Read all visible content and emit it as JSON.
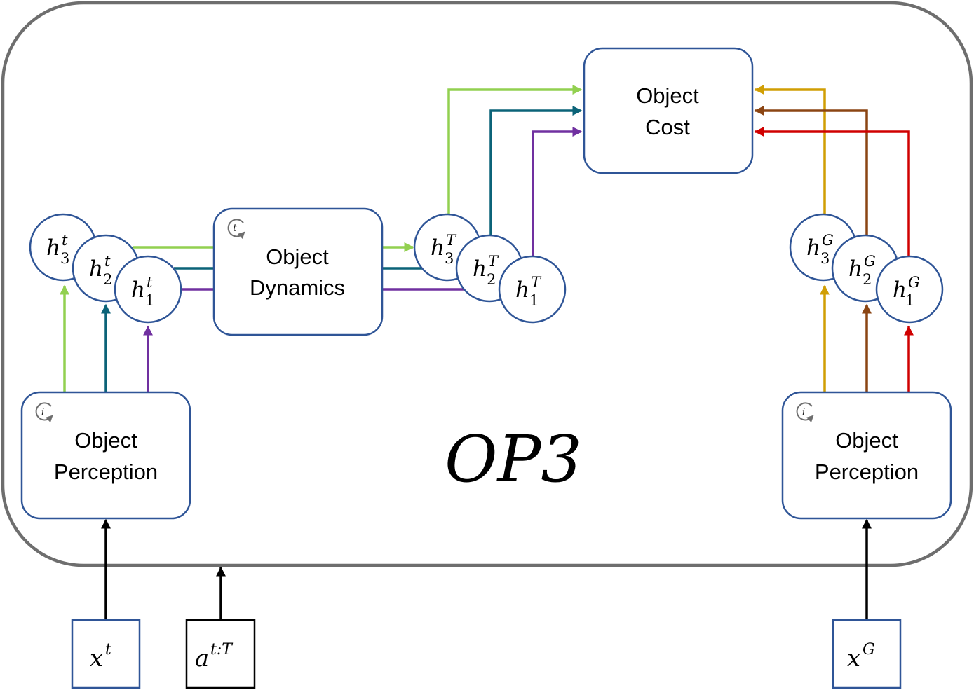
{
  "title": "OP3",
  "colors": {
    "frame": "#6e6e6e",
    "box_border": "#2f5597",
    "green": "#92d050",
    "teal": "#0b6378",
    "purple": "#7030a0",
    "gold": "#d09e04",
    "brown": "#8b4513",
    "red": "#d00000",
    "black": "#000000"
  },
  "boxes": {
    "dynamics": {
      "line1": "Object",
      "line2": "Dynamics",
      "iter_symbol": "t"
    },
    "cost": {
      "line1": "Object",
      "line2": "Cost"
    },
    "perception_left": {
      "line1": "Object",
      "line2": "Perception",
      "iter_symbol": "i"
    },
    "perception_right": {
      "line1": "Object",
      "line2": "Perception",
      "iter_symbol": "i"
    }
  },
  "nodes": {
    "left": [
      {
        "base": "h",
        "sub": "3",
        "sup": "t"
      },
      {
        "base": "h",
        "sub": "2",
        "sup": "t"
      },
      {
        "base": "h",
        "sub": "1",
        "sup": "t"
      }
    ],
    "mid": [
      {
        "base": "h",
        "sub": "3",
        "sup": "T"
      },
      {
        "base": "h",
        "sub": "2",
        "sup": "T"
      },
      {
        "base": "h",
        "sub": "1",
        "sup": "T"
      }
    ],
    "right": [
      {
        "base": "h",
        "sub": "3",
        "sup": "G"
      },
      {
        "base": "h",
        "sub": "2",
        "sup": "G"
      },
      {
        "base": "h",
        "sub": "1",
        "sup": "G"
      }
    ]
  },
  "inputs": {
    "xt": {
      "base": "x",
      "sup": "t"
    },
    "atT": {
      "base": "a",
      "sup": "t:T"
    },
    "xG": {
      "base": "x",
      "sup": "G"
    }
  }
}
